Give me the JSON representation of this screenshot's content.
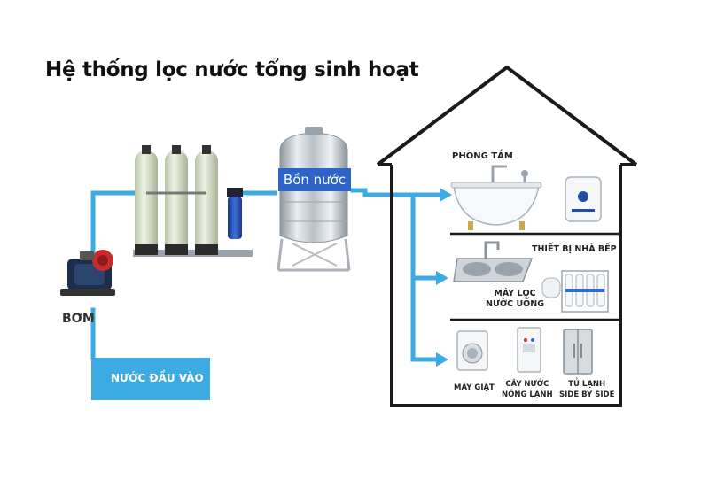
{
  "diagram": {
    "title": "Hệ thống lọc nước tổng sinh hoạt",
    "pump_label": "BƠM",
    "inlet_label": "NƯỚC ĐẦU VÀO",
    "tank_label": "Bồn nước",
    "rooms": {
      "bathroom": "PHÒNG TẮM",
      "kitchen": "THIẾT BỊ NHÀ BẾP",
      "ro_filter": "MÁY LỌC\nNƯỚC UỐNG",
      "washer": "MÁY GIẶT",
      "dispenser": "CÂY NƯỚC\nNÓNG LẠNH",
      "fridge": "TỦ LẠNH\nSIDE BY SIDE"
    },
    "colors": {
      "pipe": "#3cabe3",
      "house": "#1a1a1a",
      "tank_label_bg": "#2e63c8"
    }
  }
}
